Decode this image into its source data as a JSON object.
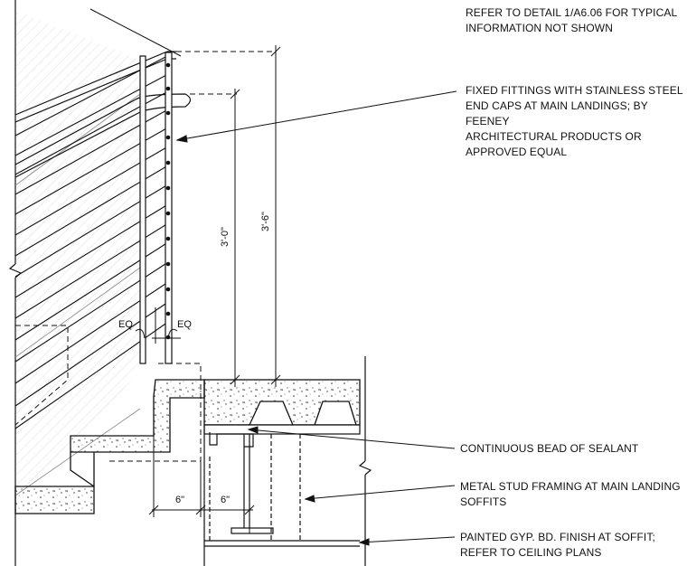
{
  "notes": {
    "refer_detail": "REFER TO DETAIL 1/A6.06 FOR TYPICAL\nINFORMATION NOT SHOWN",
    "fixed_fittings": "FIXED FITTINGS WITH STAINLESS STEEL\nEND CAPS AT MAIN LANDINGS; BY FEENEY\nARCHITECTURAL PRODUCTS OR\nAPPROVED EQUAL",
    "sealant": "CONTINUOUS BEAD OF SEALANT",
    "metal_stud": "METAL STUD FRAMING AT MAIN LANDING\nSOFFITS",
    "gyp_bd": "PAINTED GYP. BD. FINISH AT SOFFIT;\nREFER TO CEILING PLANS"
  },
  "dimensions": {
    "rail_height": "3'-6\"",
    "handrail_height": "3'-0\"",
    "eq_left": "EQ",
    "eq_right": "EQ",
    "offset_left": "6\"",
    "offset_right": "6\""
  },
  "colors": {
    "line": "#111111",
    "hatch": "#9a9a9a",
    "fill_concrete": "#ffffff"
  }
}
